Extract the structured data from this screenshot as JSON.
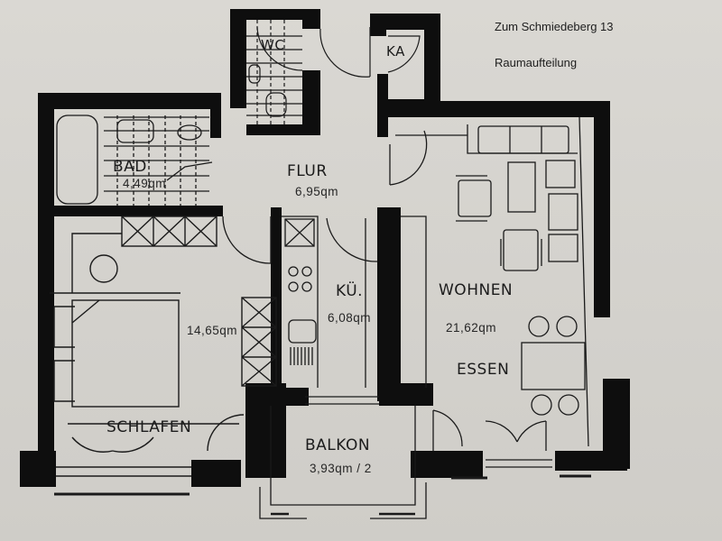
{
  "header": {
    "address": "Zum Schmiedeberg 13",
    "subtitle": "Raumaufteilung"
  },
  "rooms": {
    "wc": {
      "label": "WC"
    },
    "ka": {
      "label": "KA"
    },
    "bad": {
      "label": "BAD",
      "area": "4,49qm"
    },
    "flur": {
      "label": "FLUR",
      "area": "6,95qm"
    },
    "schlafen": {
      "label": "SCHLAFEN",
      "area": "14,65qm"
    },
    "kueche": {
      "label": "KÜ.",
      "area": "6,08qm"
    },
    "wohnen": {
      "label": "WOHNEN",
      "area": "21,62qm"
    },
    "essen": {
      "label": "ESSEN"
    },
    "balkon": {
      "label": "BALKON",
      "area": "3,93qm / 2"
    }
  },
  "colors": {
    "paper": "#d6d4cf",
    "wall": "#0e0e0e",
    "line": "#1a1a1a"
  }
}
